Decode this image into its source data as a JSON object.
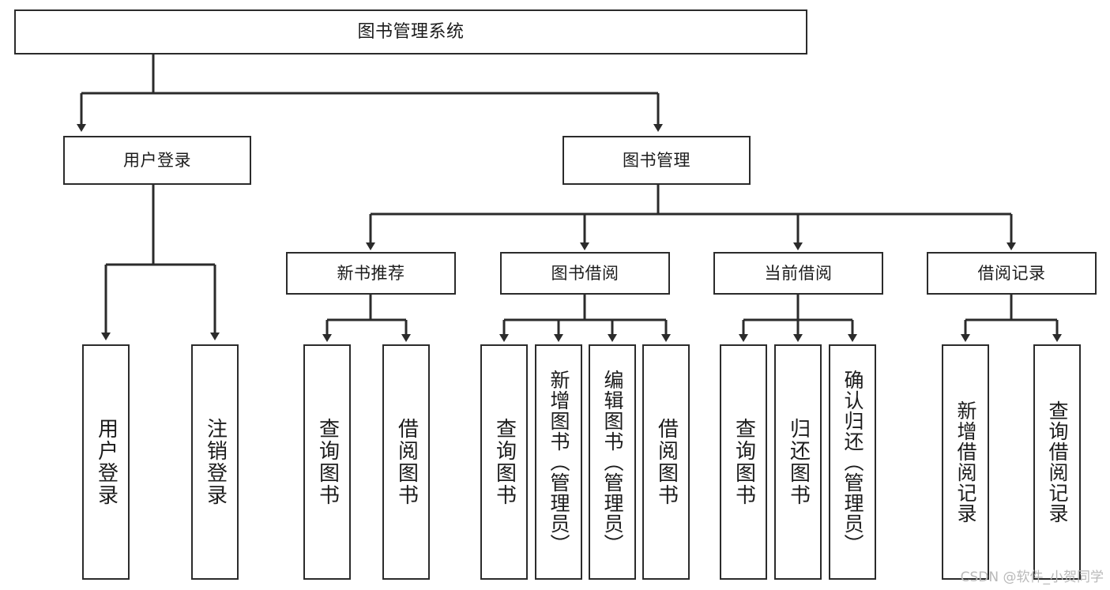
{
  "diagram": {
    "title": "图书管理系统",
    "type": "tree-hierarchy",
    "watermark": "CSDN @软件_小贺同学",
    "colors": {
      "stroke": "#2b2b2b",
      "fill": "#ffffff",
      "text": "#1c1c1c",
      "watermark": "#b9b9b9"
    },
    "root": {
      "label": "图书管理系统"
    },
    "level2": [
      {
        "label": "用户登录"
      },
      {
        "label": "图书管理"
      }
    ],
    "level3": [
      {
        "label": "新书推荐"
      },
      {
        "label": "图书借阅"
      },
      {
        "label": "当前借阅"
      },
      {
        "label": "借阅记录"
      }
    ],
    "leaves": {
      "user_login": [
        {
          "label": "用户登录"
        },
        {
          "label": "注销登录"
        }
      ],
      "new_book": [
        {
          "label": "查询图书"
        },
        {
          "label": "借阅图书"
        }
      ],
      "book_borrow": [
        {
          "label": "查询图书"
        },
        {
          "label": "新增图书（管理员）"
        },
        {
          "label": "编辑图书（管理员）"
        },
        {
          "label": "借阅图书"
        }
      ],
      "current_borrow": [
        {
          "label": "查询图书"
        },
        {
          "label": "归还图书"
        },
        {
          "label": "确认归还（管理员）"
        }
      ],
      "borrow_record": [
        {
          "label": "新增借阅记录"
        },
        {
          "label": "查询借阅记录"
        }
      ]
    }
  }
}
